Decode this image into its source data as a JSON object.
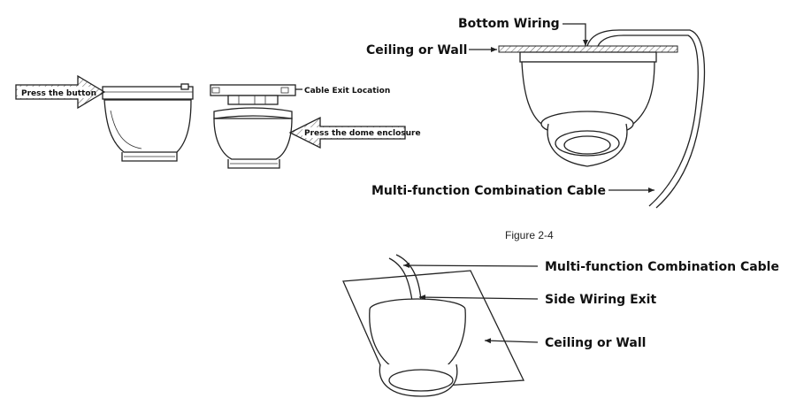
{
  "left_figure": {
    "press_button_label": "Press the button",
    "cable_exit_label": "Cable Exit Location",
    "press_dome_label": "Press the dome enclosure"
  },
  "figure_2_4": {
    "bottom_wiring_label": "Bottom Wiring",
    "ceiling_wall_label": "Ceiling or Wall",
    "cable_label": "Multi-function Combination Cable",
    "caption": "Figure 2-4"
  },
  "bottom_figure": {
    "cable_label": "Multi-function Combination Cable",
    "side_exit_label": "Side Wiring Exit",
    "ceiling_wall_label": "Ceiling or Wall"
  }
}
